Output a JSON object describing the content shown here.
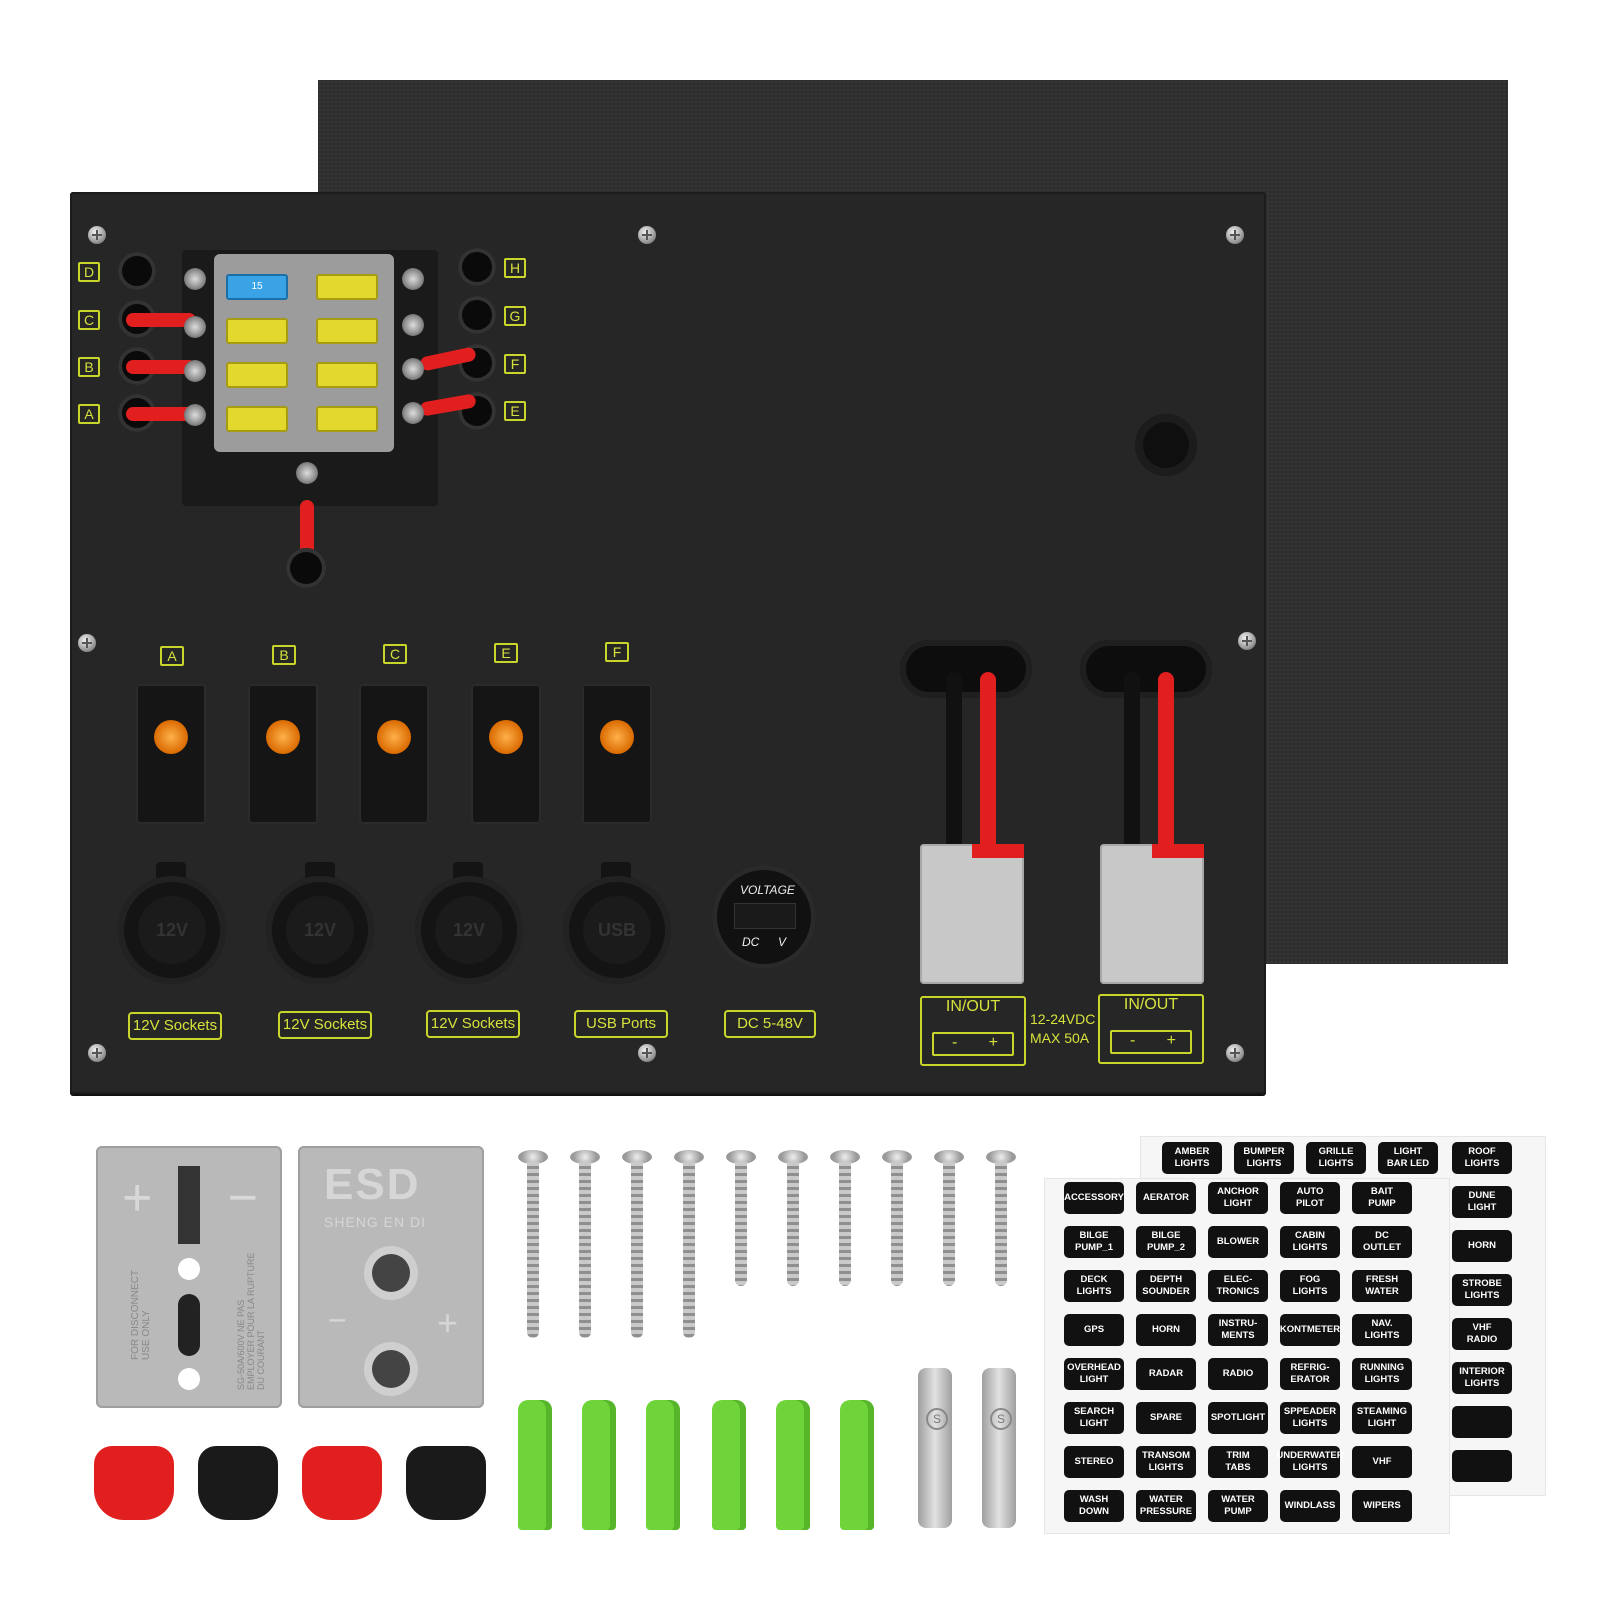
{
  "panel": {
    "fuse_block_labels_left": [
      "D",
      "C",
      "B",
      "A"
    ],
    "fuse_block_labels_right": [
      "H",
      "G",
      "F",
      "E"
    ],
    "fuse_blue_label": "15",
    "switch_labels": [
      "A",
      "B",
      "C",
      "E",
      "F"
    ],
    "socket_caps": [
      "12V",
      "12V",
      "12V",
      "USB"
    ],
    "socket_labels": [
      "12V Sockets",
      "12V Sockets",
      "12V Sockets",
      "USB Ports"
    ],
    "voltmeter": {
      "title": "VOLTAGE",
      "dc": "DC",
      "v": "V",
      "label": "DC 5-48V"
    },
    "inout": [
      {
        "title": "IN/OUT",
        "minus": "-",
        "plus": "+"
      },
      {
        "title": "IN/OUT",
        "minus": "-",
        "plus": "+"
      }
    ],
    "rating_line1": "12-24VDC",
    "rating_line2": "MAX 50A",
    "colors": {
      "label_yellow": "#d6e23c",
      "panel": "#262626",
      "wire_red": "#e21f1f"
    }
  },
  "accessories": {
    "connector_text": "SHENG EN DI",
    "connector_logo": "ESD",
    "connector_side_text": "FOR DISCONNECT USE ONLY",
    "connector_side_text2": "SG-50A/600V NE PAS EMPLOYER POUR LA RUPTURE DU COURANT",
    "connector_plus": "+",
    "connector_minus": "−",
    "pin_mark": "S"
  },
  "label_sheet_back": {
    "row": [
      "AMBER\nLIGHTS",
      "BUMPER\nLIGHTS",
      "GRILLE\nLIGHTS",
      "LIGHT\nBAR LED",
      "ROOF\nLIGHTS"
    ],
    "col": [
      "DUNE\nLIGHT",
      "HORN",
      "STROBE\nLIGHTS",
      "VHF\nRADIO",
      "INTERIOR\nLIGHTS",
      "",
      ""
    ]
  },
  "label_sheet_front": [
    [
      "ACCESSORY",
      "AERATOR",
      "ANCHOR\nLIGHT",
      "AUTO\nPILOT",
      "BAIT\nPUMP"
    ],
    [
      "BILGE\nPUMP_1",
      "BILGE\nPUMP_2",
      "BLOWER",
      "CABIN\nLIGHTS",
      "DC\nOUTLET"
    ],
    [
      "DECK\nLIGHTS",
      "DEPTH\nSOUNDER",
      "ELEC-\nTRONICS",
      "FOG\nLIGHTS",
      "FRESH\nWATER"
    ],
    [
      "GPS",
      "HORN",
      "INSTRU-\nMENTS",
      "KONTMETER",
      "NAV.\nLIGHTS"
    ],
    [
      "OVERHEAD\nLIGHT",
      "RADAR",
      "RADIO",
      "REFRIG-\nERATOR",
      "RUNNING\nLIGHTS"
    ],
    [
      "SEARCH\nLIGHT",
      "SPARE",
      "SPOTLIGHT",
      "SPPEADER\nLIGHTS",
      "STEAMING\nLIGHT"
    ],
    [
      "STEREO",
      "TRANSOM\nLIGHTS",
      "TRIM\nTABS",
      "UNDERWATER\nLIGHTS",
      "VHF"
    ],
    [
      "WASH\nDOWN",
      "WATER\nPRESSURE",
      "WATER\nPUMP",
      "WINDLASS",
      "WIPERS"
    ]
  ]
}
